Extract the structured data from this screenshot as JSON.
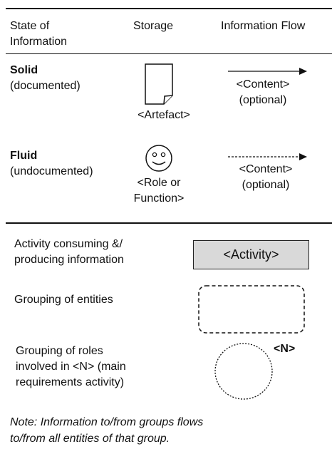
{
  "headers": {
    "state": [
      "State of",
      "Information"
    ],
    "storage": "Storage",
    "flow": "Information Flow"
  },
  "solid": {
    "title": "Solid",
    "subtitle": "(documented)",
    "storage_label": "<Artefact>",
    "flow_label": "<Content>",
    "flow_optional": "(optional)",
    "icon": "document-icon"
  },
  "fluid": {
    "title": "Fluid",
    "subtitle": "(undocumented)",
    "storage_label_1": "<Role or",
    "storage_label_2": "Function>",
    "flow_label": "<Content>",
    "flow_optional": "(optional)",
    "icon": "smiley-face-icon"
  },
  "legend": {
    "activity_desc_1": "Activity consuming &/",
    "activity_desc_2": "producing information",
    "activity_label": "<Activity>",
    "grouping_desc": "Grouping of entities",
    "roles_desc_1": "Grouping of roles",
    "roles_desc_2": "involved in <N> (main",
    "roles_desc_3": "requirements activity)",
    "roles_label": "<N>"
  },
  "note": {
    "line1": "Note: Information to/from groups flows",
    "line2": "to/from all entities of that group."
  }
}
